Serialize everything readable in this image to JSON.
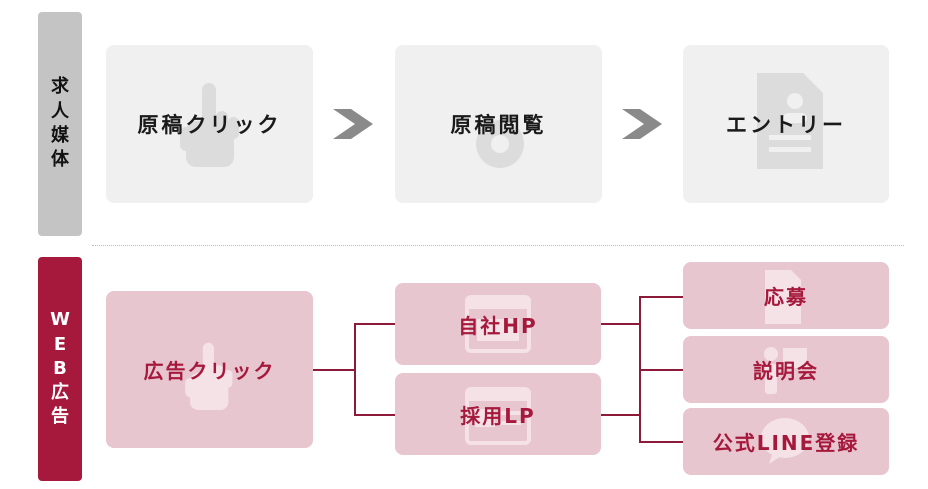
{
  "rows": {
    "job_media": {
      "tab_chars": [
        "求",
        "人",
        "媒",
        "体"
      ],
      "steps": [
        "原稿クリック",
        "原稿閲覧",
        "エントリー"
      ],
      "colors": {
        "tab": "#c4c4c4",
        "box": "#f0f0f0",
        "arrow": "#8a8a8a",
        "text": "#1a1a1a"
      }
    },
    "web_ad": {
      "tab_chars": [
        "W",
        "E",
        "B",
        "広",
        "告"
      ],
      "start": "広告クリック",
      "middle": [
        "自社HP",
        "採用LP"
      ],
      "end": [
        "応募",
        "説明会",
        "公式LINE登録"
      ],
      "colors": {
        "tab": "#a6193c",
        "box": "#e8c6cf",
        "line": "#8e1a3a",
        "text": "#a6193c"
      }
    }
  }
}
